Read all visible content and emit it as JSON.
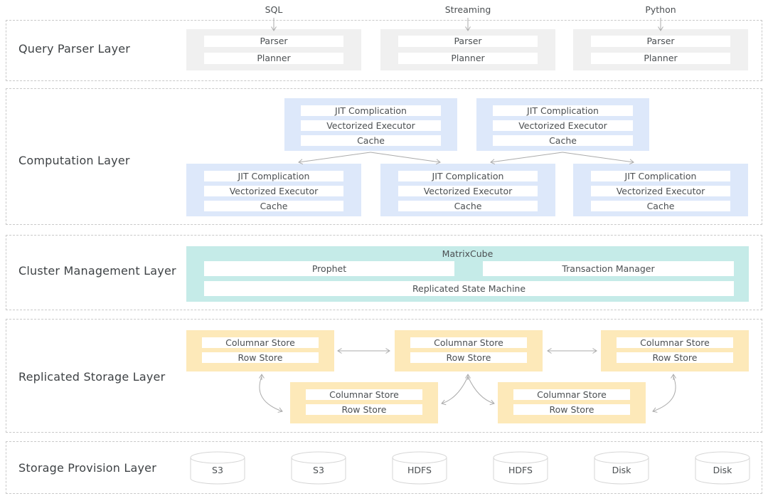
{
  "colors": {
    "parser_group_fill": "#f0f0f0",
    "compute_node_fill": "#dde8fa",
    "cluster_fill": "#c5ebe8",
    "storage_fill": "#fde9b9",
    "inner_box_fill": "#ffffff",
    "arrow": "#ababab",
    "layer_border": "#c9c9c9",
    "text": "#4b4f52"
  },
  "layers": [
    {
      "title": "Query Parser Layer",
      "sources": [
        "SQL",
        "Streaming",
        "Python"
      ],
      "groups": [
        {
          "rows": [
            "Parser",
            "Planner"
          ]
        },
        {
          "rows": [
            "Parser",
            "Planner"
          ]
        },
        {
          "rows": [
            "Parser",
            "Planner"
          ]
        }
      ]
    },
    {
      "title": "Computation Layer",
      "top_nodes": [
        {
          "rows": [
            "JIT Complication",
            "Vectorized Executor",
            "Cache"
          ]
        },
        {
          "rows": [
            "JIT Complication",
            "Vectorized Executor",
            "Cache"
          ]
        }
      ],
      "bottom_nodes": [
        {
          "rows": [
            "JIT Complication",
            "Vectorized Executor",
            "Cache"
          ]
        },
        {
          "rows": [
            "JIT Complication",
            "Vectorized Executor",
            "Cache"
          ]
        },
        {
          "rows": [
            "JIT Complication",
            "Vectorized Executor",
            "Cache"
          ]
        }
      ]
    },
    {
      "title": "Cluster Management Layer",
      "container_label": "MatrixCube",
      "nodes": [
        "Prophet",
        "Transaction Manager",
        "Replicated State Machine"
      ]
    },
    {
      "title": "Replicated Storage Layer",
      "top_nodes": [
        {
          "rows": [
            "Columnar Store",
            "Row Store"
          ]
        },
        {
          "rows": [
            "Columnar Store",
            "Row Store"
          ]
        },
        {
          "rows": [
            "Columnar Store",
            "Row Store"
          ]
        }
      ],
      "bottom_nodes": [
        {
          "rows": [
            "Columnar Store",
            "Row Store"
          ]
        },
        {
          "rows": [
            "Columnar Store",
            "Row Store"
          ]
        }
      ]
    },
    {
      "title": "Storage Provision Layer",
      "stores": [
        "S3",
        "S3",
        "HDFS",
        "HDFS",
        "Disk",
        "Disk"
      ]
    }
  ]
}
